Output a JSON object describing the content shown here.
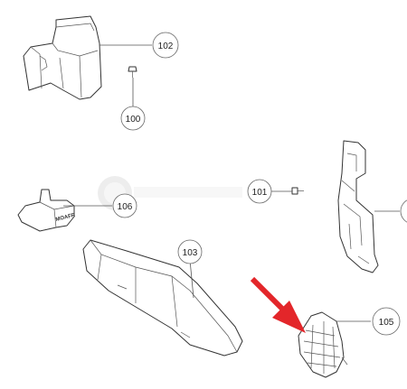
{
  "callouts": {
    "c100": "100",
    "c101": "101",
    "c102": "102",
    "c103": "103",
    "c105": "105",
    "c106": "106"
  },
  "part_stamp": "MOAFR",
  "colors": {
    "arrow": "#e3262a",
    "line": "#333333"
  }
}
